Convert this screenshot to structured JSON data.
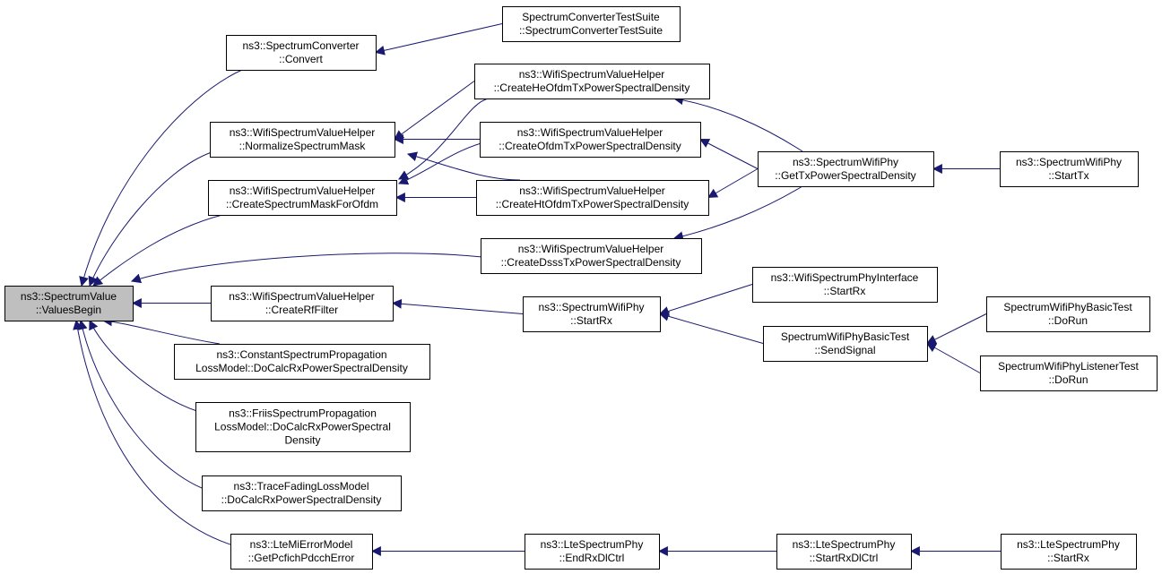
{
  "nodes": [
    {
      "id": "root",
      "lines": [
        "ns3::SpectrumValue",
        "::ValuesBegin"
      ],
      "root": true
    },
    {
      "id": "conv",
      "lines": [
        "ns3::SpectrumConverter",
        "::Convert"
      ]
    },
    {
      "id": "convts",
      "lines": [
        "SpectrumConverterTestSuite",
        "::SpectrumConverterTestSuite"
      ]
    },
    {
      "id": "norm",
      "lines": [
        "ns3::WifiSpectrumValueHelper",
        "::NormalizeSpectrumMask"
      ]
    },
    {
      "id": "mask",
      "lines": [
        "ns3::WifiSpectrumValueHelper",
        "::CreateSpectrumMaskForOfdm"
      ]
    },
    {
      "id": "he",
      "lines": [
        "ns3::WifiSpectrumValueHelper",
        "::CreateHeOfdmTxPowerSpectralDensity"
      ]
    },
    {
      "id": "ofdm",
      "lines": [
        "ns3::WifiSpectrumValueHelper",
        "::CreateOfdmTxPowerSpectralDensity"
      ]
    },
    {
      "id": "ht",
      "lines": [
        "ns3::WifiSpectrumValueHelper",
        "::CreateHtOfdmTxPowerSpectralDensity"
      ]
    },
    {
      "id": "dsss",
      "lines": [
        "ns3::WifiSpectrumValueHelper",
        "::CreateDsssTxPowerSpectralDensity"
      ]
    },
    {
      "id": "gettx",
      "lines": [
        "ns3::SpectrumWifiPhy",
        "::GetTxPowerSpectralDensity"
      ]
    },
    {
      "id": "starttx",
      "lines": [
        "ns3::SpectrumWifiPhy",
        "::StartTx"
      ]
    },
    {
      "id": "rf",
      "lines": [
        "ns3::WifiSpectrumValueHelper",
        "::CreateRfFilter"
      ]
    },
    {
      "id": "startrx",
      "lines": [
        "ns3::SpectrumWifiPhy",
        "::StartRx"
      ]
    },
    {
      "id": "ifstartrx",
      "lines": [
        "ns3::WifiSpectrumPhyInterface",
        "::StartRx"
      ]
    },
    {
      "id": "sendsig",
      "lines": [
        "SpectrumWifiPhyBasicTest",
        "::SendSignal"
      ]
    },
    {
      "id": "basicrun",
      "lines": [
        "SpectrumWifiPhyBasicTest",
        "::DoRun"
      ]
    },
    {
      "id": "listrun",
      "lines": [
        "SpectrumWifiPhyListenerTest",
        "::DoRun"
      ]
    },
    {
      "id": "const",
      "lines": [
        "ns3::ConstantSpectrumPropagation",
        "LossModel::DoCalcRxPowerSpectralDensity"
      ]
    },
    {
      "id": "friis",
      "lines": [
        "ns3::FriisSpectrumPropagation",
        "LossModel::DoCalcRxPowerSpectral",
        "Density"
      ]
    },
    {
      "id": "trace",
      "lines": [
        "ns3::TraceFadingLossModel",
        "::DoCalcRxPowerSpectralDensity"
      ]
    },
    {
      "id": "lte",
      "lines": [
        "ns3::LteMiErrorModel",
        "::GetPcfichPdcchError"
      ]
    },
    {
      "id": "endrx",
      "lines": [
        "ns3::LteSpectrumPhy",
        "::EndRxDlCtrl"
      ]
    },
    {
      "id": "startrxdl",
      "lines": [
        "ns3::LteSpectrumPhy",
        "::StartRxDlCtrl"
      ]
    },
    {
      "id": "ltestartrx",
      "lines": [
        "ns3::LteSpectrumPhy",
        "::StartRx"
      ]
    }
  ],
  "edges": [
    {
      "from": "conv",
      "to": "root"
    },
    {
      "from": "norm",
      "to": "root"
    },
    {
      "from": "mask",
      "to": "root"
    },
    {
      "from": "dsss",
      "to": "root"
    },
    {
      "from": "rf",
      "to": "root"
    },
    {
      "from": "const",
      "to": "root"
    },
    {
      "from": "friis",
      "to": "root"
    },
    {
      "from": "trace",
      "to": "root"
    },
    {
      "from": "lte",
      "to": "root"
    },
    {
      "from": "convts",
      "to": "conv"
    },
    {
      "from": "he",
      "to": "norm"
    },
    {
      "from": "ofdm",
      "to": "norm"
    },
    {
      "from": "ht",
      "to": "norm"
    },
    {
      "from": "he",
      "to": "mask"
    },
    {
      "from": "ofdm",
      "to": "mask"
    },
    {
      "from": "ht",
      "to": "mask"
    },
    {
      "from": "gettx",
      "to": "he"
    },
    {
      "from": "gettx",
      "to": "ofdm"
    },
    {
      "from": "gettx",
      "to": "ht"
    },
    {
      "from": "gettx",
      "to": "dsss"
    },
    {
      "from": "starttx",
      "to": "gettx"
    },
    {
      "from": "startrx",
      "to": "rf"
    },
    {
      "from": "ifstartrx",
      "to": "startrx"
    },
    {
      "from": "sendsig",
      "to": "startrx"
    },
    {
      "from": "basicrun",
      "to": "sendsig"
    },
    {
      "from": "listrun",
      "to": "sendsig"
    },
    {
      "from": "endrx",
      "to": "lte"
    },
    {
      "from": "startrxdl",
      "to": "endrx"
    },
    {
      "from": "ltestartrx",
      "to": "startrxdl"
    }
  ]
}
